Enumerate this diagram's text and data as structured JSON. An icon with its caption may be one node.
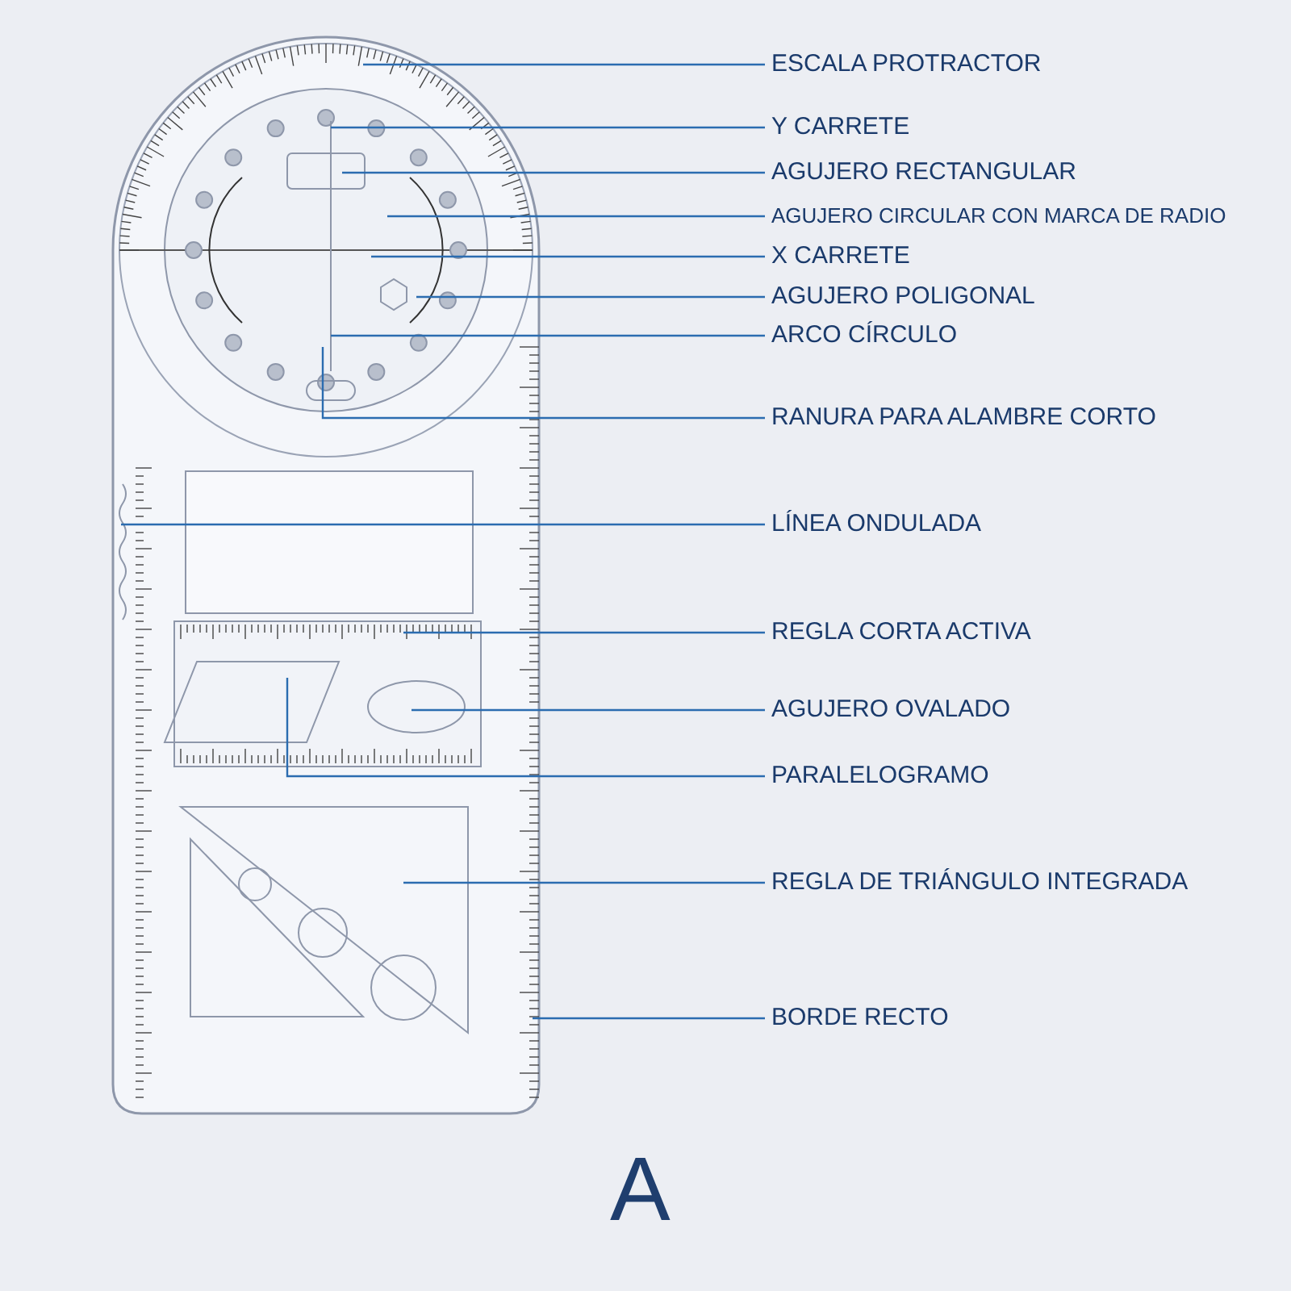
{
  "diagram": {
    "nodes": [
      {
        "text": [
          "ESCALA PROTRACTOR"
        ]
      },
      {
        "text": [
          "Y CARRETE"
        ]
      },
      {
        "text": [
          "AGUJERO RECTANGULAR"
        ]
      },
      {
        "text": [
          "AGUJERO CIRCULAR CON MARCA DE RADIO"
        ]
      },
      {
        "text": [
          "X CARRETE"
        ]
      },
      {
        "text": [
          "AGUJERO POLIGONAL"
        ]
      },
      {
        "text": [
          "ARCO CÍRCULO"
        ]
      },
      {
        "text": [
          "RANURA PARA ALAMBRE CORTO"
        ]
      },
      {
        "text": [
          "LÍNEA ONDULADA"
        ]
      },
      {
        "text": [
          "REGLA CORTA ACTIVA"
        ]
      },
      {
        "text": [
          "AGUJERO OVALADO"
        ]
      },
      {
        "text": [
          "PARALELOGRAMO"
        ]
      },
      {
        "text": [
          "REGLA DE TRIÁNGULO INTEGRADA"
        ]
      },
      {
        "text": [
          "BORDE RECTO"
        ]
      }
    ],
    "edges": [
      {
        "from": 0,
        "to": null,
        "arrow": "none"
      },
      {
        "from": 1,
        "to": null,
        "arrow": "none"
      },
      {
        "from": 2,
        "to": null,
        "arrow": "none"
      },
      {
        "from": 3,
        "to": null,
        "arrow": "none"
      },
      {
        "from": 4,
        "to": null,
        "arrow": "none"
      },
      {
        "from": 5,
        "to": null,
        "arrow": "none"
      },
      {
        "from": 6,
        "to": null,
        "arrow": "none"
      },
      {
        "from": 7,
        "to": null,
        "arrow": "none"
      },
      {
        "from": 8,
        "to": null,
        "arrow": "none"
      },
      {
        "from": 9,
        "to": null,
        "arrow": "none"
      },
      {
        "from": 10,
        "to": null,
        "arrow": "none"
      },
      {
        "from": 11,
        "to": null,
        "arrow": "none"
      },
      {
        "from": 12,
        "to": null,
        "arrow": "none"
      },
      {
        "from": 13,
        "to": null,
        "arrow": "none"
      }
    ],
    "labels": [
      "A"
    ]
  }
}
